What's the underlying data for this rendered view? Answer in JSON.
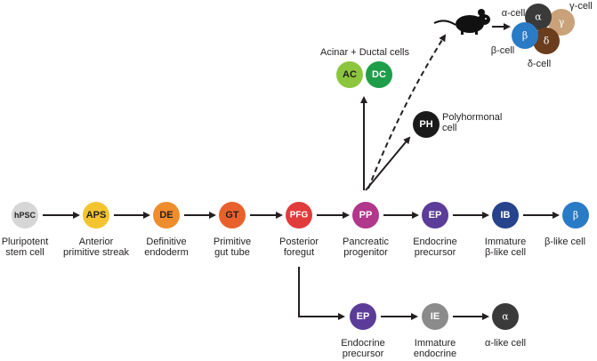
{
  "main_row": [
    {
      "abbr": "hPSC",
      "label": [
        "Pluripotent",
        "stem cell"
      ],
      "color": "#d6d6d6",
      "text_color": "#231f20"
    },
    {
      "abbr": "APS",
      "label": [
        "Anterior",
        "primitive streak"
      ],
      "color": "#f4c430",
      "text_color": "#231f20"
    },
    {
      "abbr": "DE",
      "label": [
        "Definitive",
        "endoderm"
      ],
      "color": "#ef8d2d",
      "text_color": "#231f20"
    },
    {
      "abbr": "GT",
      "label": [
        "Primitive",
        "gut tube"
      ],
      "color": "#e8612c",
      "text_color": "#231f20"
    },
    {
      "abbr": "PFG",
      "label": [
        "Posterior",
        "foregut"
      ],
      "color": "#e23b3b",
      "text_color": "#ffffff"
    },
    {
      "abbr": "PP",
      "label": [
        "Pancreatic",
        "progenitor"
      ],
      "color": "#b0378b",
      "text_color": "#ffffff"
    },
    {
      "abbr": "EP",
      "label": [
        "Endocrine",
        "precursor"
      ],
      "color": "#5b3c98",
      "text_color": "#ffffff"
    },
    {
      "abbr": "IB",
      "label": [
        "Immature",
        "β-like cell"
      ],
      "color": "#26438c",
      "text_color": "#ffffff"
    },
    {
      "abbr": "β",
      "label": [
        "β-like cell"
      ],
      "color": "#2a7bc6",
      "text_color": "#ffffff"
    }
  ],
  "lower_row": [
    {
      "abbr": "EP",
      "label": [
        "Endocrine",
        "precursor"
      ],
      "color": "#5b3c98",
      "text_color": "#ffffff"
    },
    {
      "abbr": "IE",
      "label": [
        "Immature",
        "endocrine"
      ],
      "color": "#8b8b8b",
      "text_color": "#ffffff"
    },
    {
      "abbr": "α",
      "label": [
        "α-like cell"
      ],
      "color": "#3a3a3a",
      "text_color": "#ffffff"
    }
  ],
  "exocrine": {
    "title": "Acinar + Ductal cells",
    "ac": {
      "abbr": "AC",
      "color": "#8cc63e",
      "text_color": "#231f20"
    },
    "dc": {
      "abbr": "DC",
      "color": "#1f9e4a",
      "text_color": "#ffffff"
    }
  },
  "polyhormonal": {
    "abbr": "PH",
    "label": [
      "Polyhormonal",
      "cell"
    ],
    "color": "#1a1a1a",
    "text_color": "#ffffff"
  },
  "islet": {
    "alpha": {
      "symbol": "α",
      "label": "α-cell",
      "color": "#3a3a3a"
    },
    "gamma": {
      "symbol": "γ",
      "label": "γ-cell",
      "color": "#c9a27a"
    },
    "beta": {
      "symbol": "β",
      "label": "β-cell",
      "color": "#2a7bc6"
    },
    "delta": {
      "symbol": "δ",
      "label": "δ-cell",
      "color": "#6b3d1c"
    }
  },
  "colors": {
    "arrow": "#231f20",
    "mouse": "#111111"
  }
}
